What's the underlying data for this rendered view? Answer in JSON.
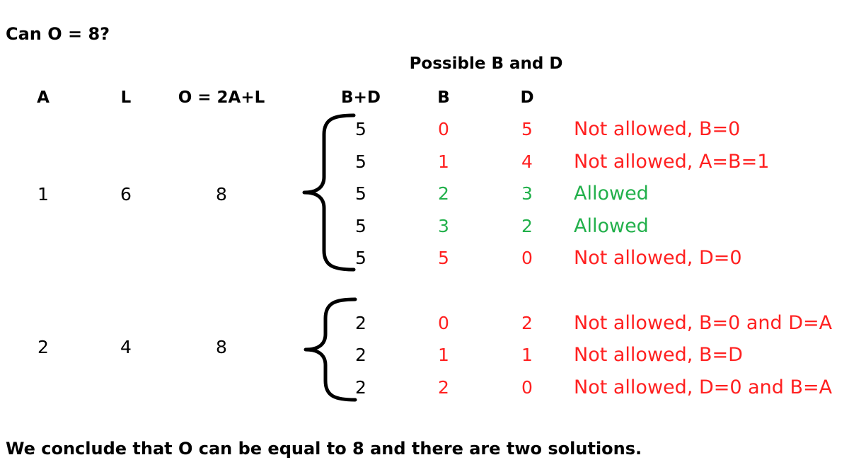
{
  "title": "Can O = 8?",
  "possible_header": "Possible B and D",
  "headers": {
    "a": "A",
    "l": "L",
    "o": "O = 2A+L",
    "bd": "B+D",
    "b": "B",
    "d": "D"
  },
  "colors": {
    "text": "#000000",
    "not_allowed": "#ff2020",
    "allowed": "#22b04b"
  },
  "groups": [
    {
      "a": "1",
      "l": "6",
      "o": "8",
      "rows": [
        {
          "bd": "5",
          "b": "0",
          "d": "5",
          "note": "Not allowed, B=0",
          "status": "not_allowed"
        },
        {
          "bd": "5",
          "b": "1",
          "d": "4",
          "note": "Not allowed, A=B=1",
          "status": "not_allowed"
        },
        {
          "bd": "5",
          "b": "2",
          "d": "3",
          "note": "Allowed",
          "status": "allowed"
        },
        {
          "bd": "5",
          "b": "3",
          "d": "2",
          "note": "Allowed",
          "status": "allowed"
        },
        {
          "bd": "5",
          "b": "5",
          "d": "0",
          "note": "Not allowed, D=0",
          "status": "not_allowed"
        }
      ]
    },
    {
      "a": "2",
      "l": "4",
      "o": "8",
      "rows": [
        {
          "bd": "2",
          "b": "0",
          "d": "2",
          "note": "Not allowed, B=0 and D=A",
          "status": "not_allowed"
        },
        {
          "bd": "2",
          "b": "1",
          "d": "1",
          "note": "Not allowed, B=D",
          "status": "not_allowed"
        },
        {
          "bd": "2",
          "b": "2",
          "d": "0",
          "note": "Not allowed, D=0 and B=A",
          "status": "not_allowed"
        }
      ]
    }
  ],
  "conclusion": "We conclude that O can be equal to 8 and there are two solutions."
}
